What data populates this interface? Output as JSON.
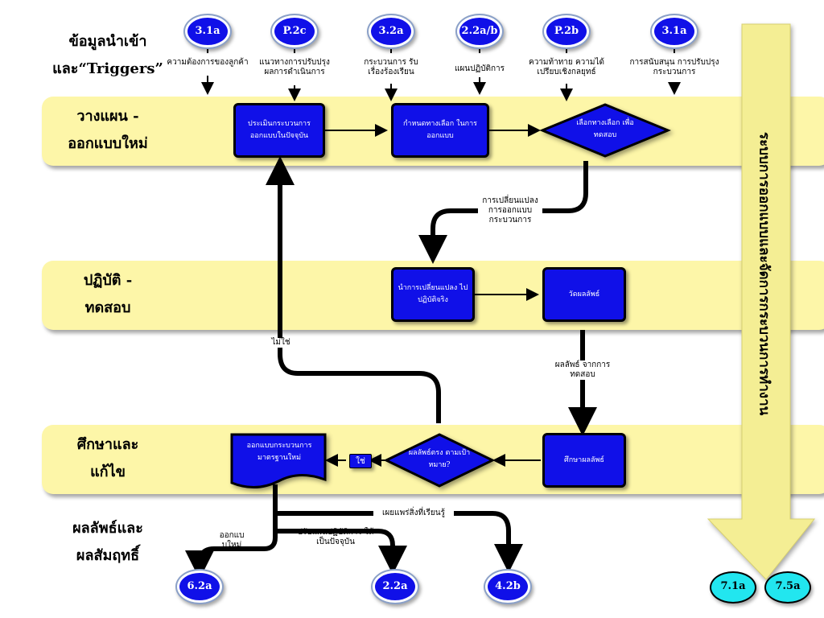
{
  "header": {
    "inputs_label_line1": "ข้อมูลนำเข้า",
    "inputs_label_line2": "และ“Triggers”"
  },
  "lanes": {
    "plan": [
      "วางแผน -",
      "ออกแบบใหม่"
    ],
    "act": [
      "ปฏิบัติ -",
      "ทดสอบ"
    ],
    "study": [
      "ศึกษาและ",
      "แก้ไข"
    ],
    "results": [
      "ผลลัพธ์และ",
      "ผลสัมฤทธิ์"
    ]
  },
  "input_tags": [
    {
      "id": "3.1a",
      "label": "ความต้องการของลูกค้า"
    },
    {
      "id": "P.2c",
      "label": "แนวทางการปรับปรุง ผลการดำเนินการ"
    },
    {
      "id": "3.2a",
      "label": "กระบวนการ รับเรื่องร้องเรียน"
    },
    {
      "id": "2.2a/b",
      "label": "แผนปฏิบัติการ"
    },
    {
      "id": "P.2b",
      "label": "ความท้าทาย ความได้เปรียบเชิงกลยุทธ์"
    },
    {
      "id": "3.1a",
      "label": "การสนับสนุน การปรับปรุงกระบวนการ"
    }
  ],
  "steps": {
    "evaluate": "ประเมินกระบวนการ ออกแบบในปัจจุบัน",
    "define_options": "กำหนดทางเลือก ในการออกแบบ",
    "choose_option": "เลือกทางเลือก เพื่อทดสอบ",
    "implement": "นำการเปลี่ยนแปลง ไปปฏิบัติจริง",
    "measure": "วัดผลลัพธ์",
    "study_results": "ศึกษาผลลัพธ์",
    "meets_target": "ผลลัพธ์ตรง ตามเป้าหมาย?",
    "new_standard": "ออกแบบกระบวนการ มาตรฐานใหม่"
  },
  "flow_labels": {
    "process_change": "การเปลี่ยนแปลง การออกแบบ กระบวนการ",
    "test_results": "ผลลัพธ์ จากการทดสอบ",
    "no": "ไม่ใช่",
    "yes": "ใช่",
    "share_learning": "เผยแพร่สิ่งที่เรียนรู้",
    "redesign": "ออกแบ บใหม่",
    "update_plan": "ปรับแผนปฏิบัติการ ให้เป็นปัจจุบัน"
  },
  "output_tags": [
    "6.2a",
    "2.2a",
    "4.2b"
  ],
  "side_title": "ระบบการออกแบบและจัดการกระบวนการทำงาน",
  "side_tags": [
    "7.1a",
    "7.5a"
  ],
  "colors": {
    "band": "#fdf6a8",
    "node_blue": "#1010e8",
    "output_cyan": "#22e6ef"
  }
}
